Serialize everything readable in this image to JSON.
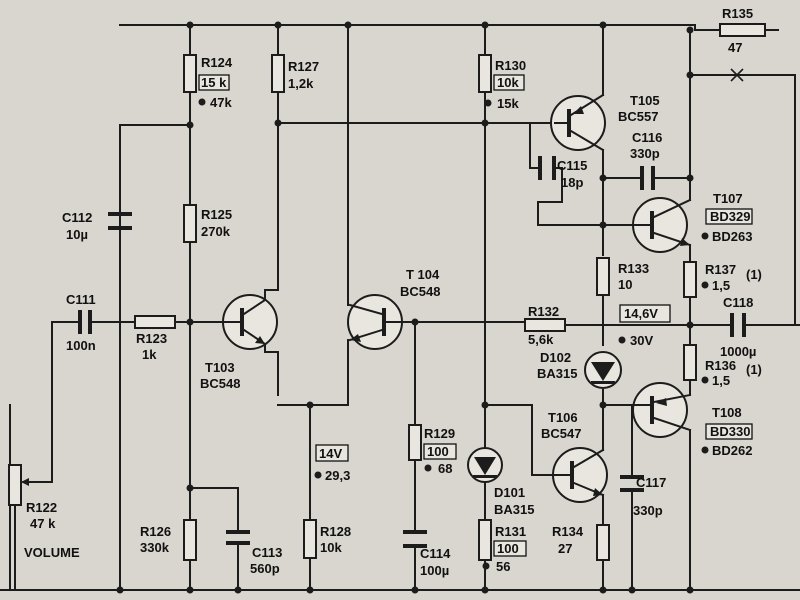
{
  "labels": {
    "r135": "R135",
    "r135_v": "47",
    "r124": "R124",
    "r124_v": "15 k",
    "r124_alt": "47k",
    "r127": "R127",
    "r127_v": "1,2k",
    "r130": "R130",
    "r130_v": "10k",
    "r130_alt": "15k",
    "t105": "T105",
    "t105_type": "BC557",
    "c116": "C116",
    "c116_v": "330p",
    "c115": "C115",
    "c115_v": "18p",
    "t107": "T107",
    "t107_type": "BD329",
    "t107_alt": "BD263",
    "c112": "C112",
    "c112_v": "10µ",
    "r125": "R125",
    "r125_v": "270k",
    "r133": "R133",
    "r133_v": "10",
    "r137": "R137",
    "r137_note": "(1)",
    "r137_v": "1,5",
    "c118": "C118",
    "c118_v": "1000µ",
    "c111": "C111",
    "c111_v": "100n",
    "r123": "R123",
    "r123_v": "1k",
    "t104": "T 104",
    "t104_type": "BC548",
    "r132": "R132",
    "r132_v": "5,6k",
    "volt_146": "14,6V",
    "volt_30": "30V",
    "d102": "D102",
    "d102_type": "BA315",
    "r136": "R136",
    "r136_note": "(1)",
    "r136_v": "1,5",
    "t103": "T103",
    "t103_type": "BC548",
    "t108": "T108",
    "t108_type": "BD330",
    "t108_alt": "BD262",
    "volt_14": "14V",
    "volt_293": "29,3",
    "r129": "R129",
    "r129_v": "100",
    "r129_alt": "68",
    "t106": "T106",
    "t106_type": "BC547",
    "c117": "C117",
    "c117_v": "330p",
    "d101": "D101",
    "d101_type": "BA315",
    "r122": "R122",
    "r122_v": "47 k",
    "volume": "VOLUME",
    "r126": "R126",
    "r126_v": "330k",
    "c113": "C113",
    "c113_v": "560p",
    "r128": "R128",
    "r128_v": "10k",
    "c114": "C114",
    "c114_v": "100µ",
    "r131": "R131",
    "r131_v": "100",
    "r131_alt": "56",
    "r134": "R134",
    "r134_v": "27"
  }
}
